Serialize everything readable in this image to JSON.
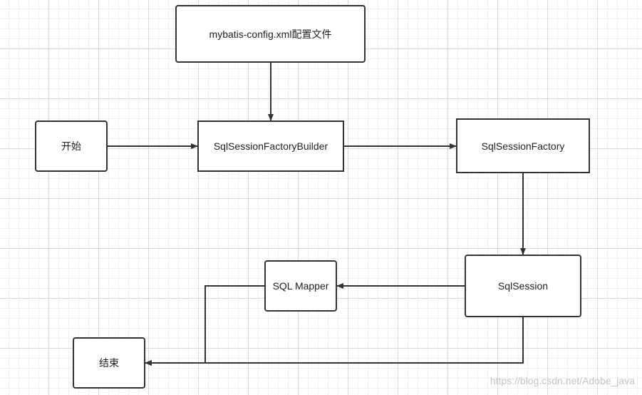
{
  "nodes": {
    "config": {
      "label": "mybatis-config.xml配置文件"
    },
    "start": {
      "label": "开始"
    },
    "builder": {
      "label": "SqlSessionFactoryBuilder"
    },
    "factory": {
      "label": "SqlSessionFactory"
    },
    "session": {
      "label": "SqlSession"
    },
    "mapper": {
      "label": "SQL Mapper"
    },
    "end": {
      "label": "结束"
    }
  },
  "edges": [
    {
      "from": "config",
      "to": "builder"
    },
    {
      "from": "start",
      "to": "builder"
    },
    {
      "from": "builder",
      "to": "factory"
    },
    {
      "from": "factory",
      "to": "session"
    },
    {
      "from": "session",
      "to": "mapper"
    },
    {
      "from": "mapper",
      "to": "end"
    },
    {
      "from": "session",
      "to": "end"
    }
  ],
  "colors": {
    "stroke": "#333333",
    "grid": "#d9d9d9",
    "watermark": "#c4c4c4"
  },
  "watermark": "https://blog.csdn.net/Adobe_java"
}
